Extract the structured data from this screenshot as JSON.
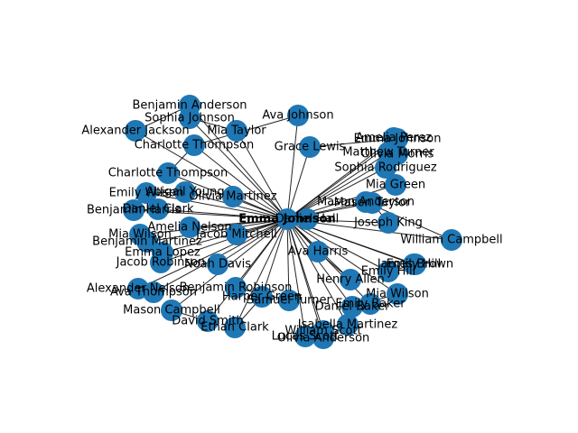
{
  "colors": {
    "node": "#1f77b4",
    "edge": "#000000",
    "text": "#000000",
    "background": "#ffffff"
  },
  "graph": {
    "hub": "Emma Johnson",
    "nodes": [
      "Emma Johnson",
      "Benjamin Anderson",
      "Sophia Johnson",
      "Charlotte Thompson",
      "Alexander Jackson",
      "Mia Taylor",
      "Ava Johnson",
      "Emma Johnson",
      "Amelia Perez",
      "Matthew Turner",
      "Olivia Morris",
      "Sophia Rodriguez",
      "Mia Green",
      "Mason Taylor",
      "Joseph King",
      "Olivia Martinez",
      "Abigail Young",
      "Emily Wilson",
      "Benjamin Harris",
      "Daniel Clark",
      "Amelia Nelson",
      "Mia Wilson",
      "Benjamin Martinez",
      "Jacob Mitchell",
      "Emma Lopez",
      "Jacob Robinson",
      "Ava Harris",
      "Daniel Hall",
      "Henry Allen",
      "Emily Hill",
      "Alexander Nelson",
      "Ava Thompson",
      "Noah Davis",
      "Samuel Turner",
      "Mason Campbell",
      "Daniel Baker",
      "Isabella Martinez",
      "Olivia Anderson",
      "William Scott",
      "Emily Baker",
      "Benjamin Robinson",
      "Mia Wilson",
      "Harper Green",
      "Grace Lewis",
      "William Campbell",
      "Charlotte Thompson",
      "James Brown",
      "Mason Anderson",
      "David Smith",
      "Ethan Clark",
      "Lucas Scott",
      "Emily Hill"
    ]
  }
}
